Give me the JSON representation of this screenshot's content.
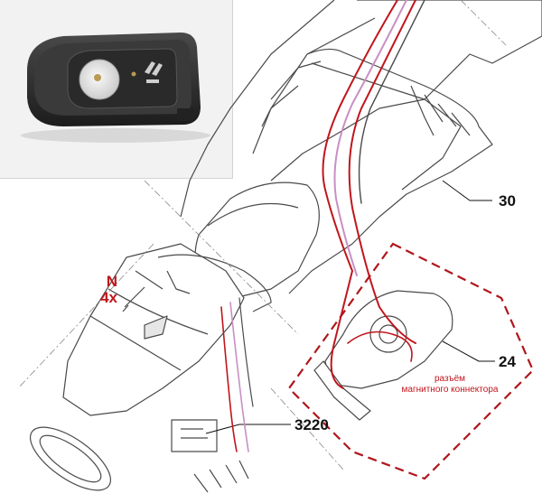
{
  "callouts": {
    "part_30": "30",
    "part_24": "24",
    "part_3220": "3220",
    "screw_letter": "N",
    "screw_qty": "4x"
  },
  "annotation": {
    "line1": "разъём",
    "line2": "магнитного коннектора"
  },
  "colors": {
    "wire_red": "#c0161c",
    "wire_pink": "#c98fc4",
    "dash_box": "#b0161c",
    "outline": "#4a4a4a"
  }
}
